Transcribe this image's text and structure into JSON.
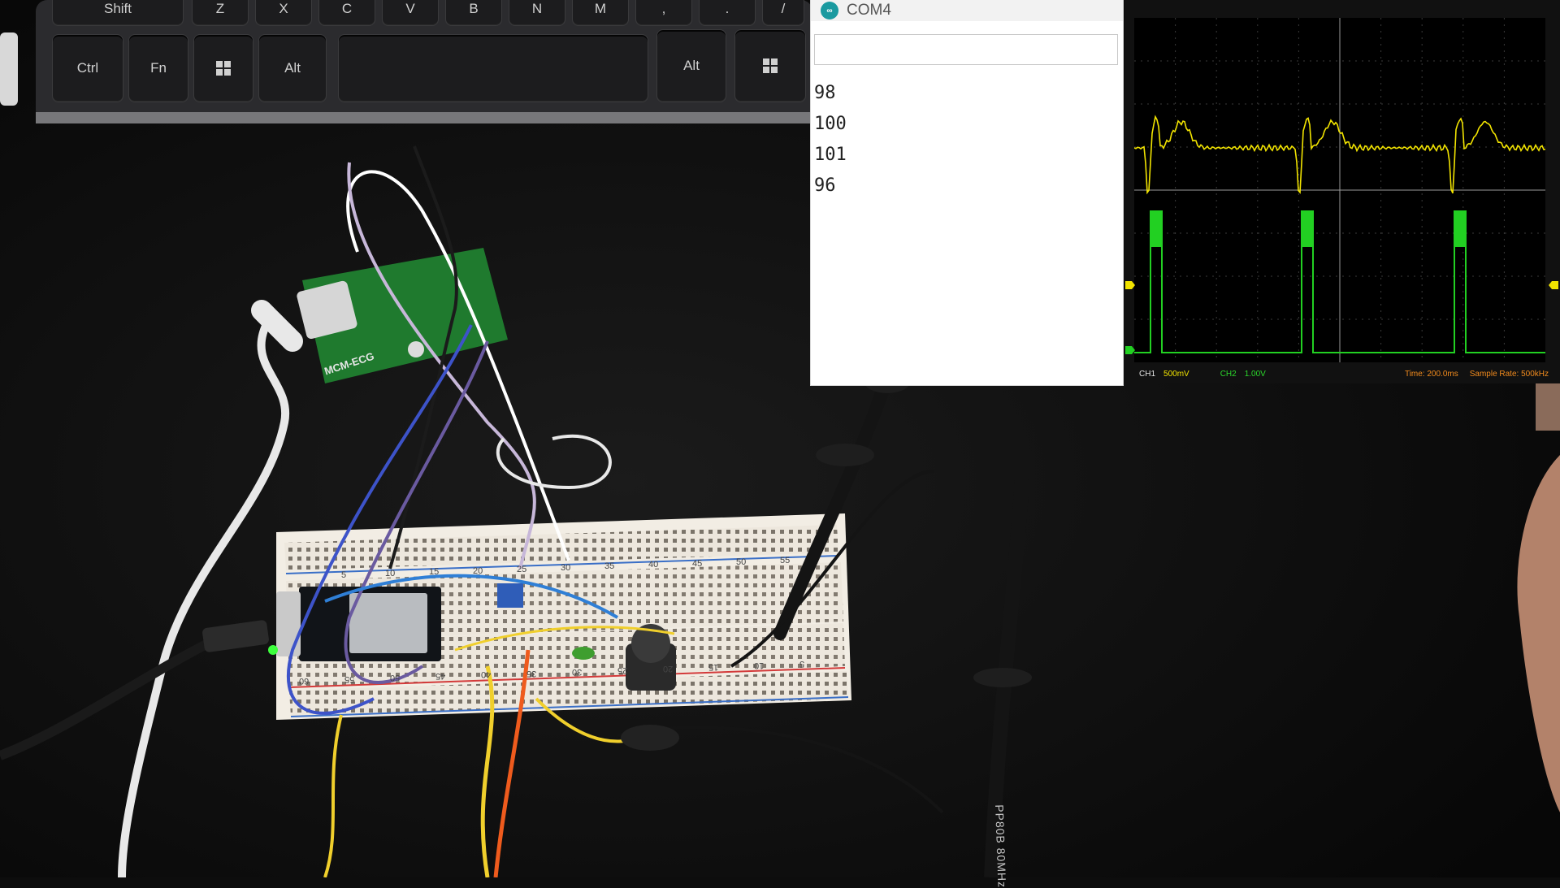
{
  "keyboard": {
    "row_top": [
      "Shift",
      "Z",
      "X",
      "C",
      "V",
      "B",
      "N",
      "M",
      ",",
      ".",
      "/"
    ],
    "ctrl": "Ctrl",
    "fn": "Fn",
    "alt_left": "Alt",
    "alt_right": "Alt"
  },
  "serial_monitor": {
    "title": "COM4",
    "logo": "∞",
    "input_value": "",
    "lines": [
      "98",
      "100",
      "101",
      "96"
    ]
  },
  "scope": {
    "ch1_label": "CH1",
    "ch1_scale": "500mV",
    "ch2_label": "CH2",
    "ch2_scale": "1.00V",
    "time": "Time: 200.0ms",
    "sample_rate": "Sample Rate: 500kHz",
    "ch1_color": "#f2e400",
    "ch2_color": "#22d022"
  },
  "hardware": {
    "pcb_label": "MCM-ECG",
    "probe_label": "PP80B 80MHz",
    "breadboard_numbers": [
      "5",
      "10",
      "15",
      "20",
      "25",
      "30",
      "35",
      "40",
      "45",
      "50",
      "55"
    ],
    "breadboard_numbers_bottom": [
      "60",
      "55",
      "50",
      "45",
      "40",
      "35",
      "30",
      "25",
      "20",
      "15",
      "10",
      "5"
    ]
  }
}
